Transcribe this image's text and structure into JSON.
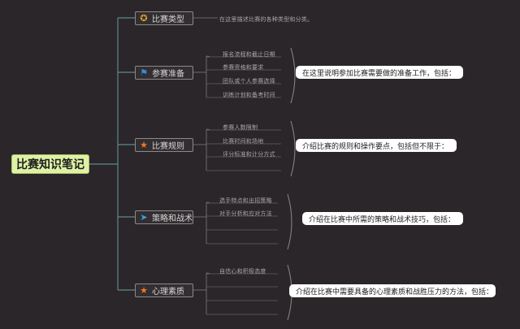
{
  "root": {
    "label": "比赛知识笔记"
  },
  "branches": [
    {
      "label": "比赛类型",
      "icon": "medal-icon",
      "leaves": [
        "在这里描述比赛的各种类型和分类。"
      ]
    },
    {
      "label": "参赛准备",
      "icon": "flag-icon",
      "leaves": [
        "报名流程和截止日期",
        "参赛资格和要求",
        "团队或个人参赛选择",
        "训练计划和备考时间"
      ],
      "note": "在这里说明参加比赛需要做的准备工作，包括："
    },
    {
      "label": "比赛规则",
      "icon": "star-icon",
      "leaves": [
        "参赛人数限制",
        "比赛时间和场地",
        "评分标准和计分方式",
        ""
      ],
      "note": "介绍比赛的规则和操作要点，包括但不限于："
    },
    {
      "label": "策略和战术",
      "icon": "paper-plane-icon",
      "leaves": [
        "选手特点和出招策略",
        "对手分析和应对方法",
        "",
        ""
      ],
      "note": "介绍在比赛中所需的策略和战术技巧，包括："
    },
    {
      "label": "心理素质",
      "icon": "star-icon",
      "leaves": [
        "自信心和积极态度",
        "",
        "",
        ""
      ],
      "note": "介绍在比赛中需要具备的心理素质和战胜压力的方法，包括："
    }
  ],
  "colors": {
    "background": "#2b2629",
    "root_fill": "#dff1a6",
    "connector": "#5d8a8c",
    "medal": "#e1a51f",
    "flag": "#2f8fe0",
    "star": "#f0782a",
    "plane": "#2fa8e0"
  }
}
